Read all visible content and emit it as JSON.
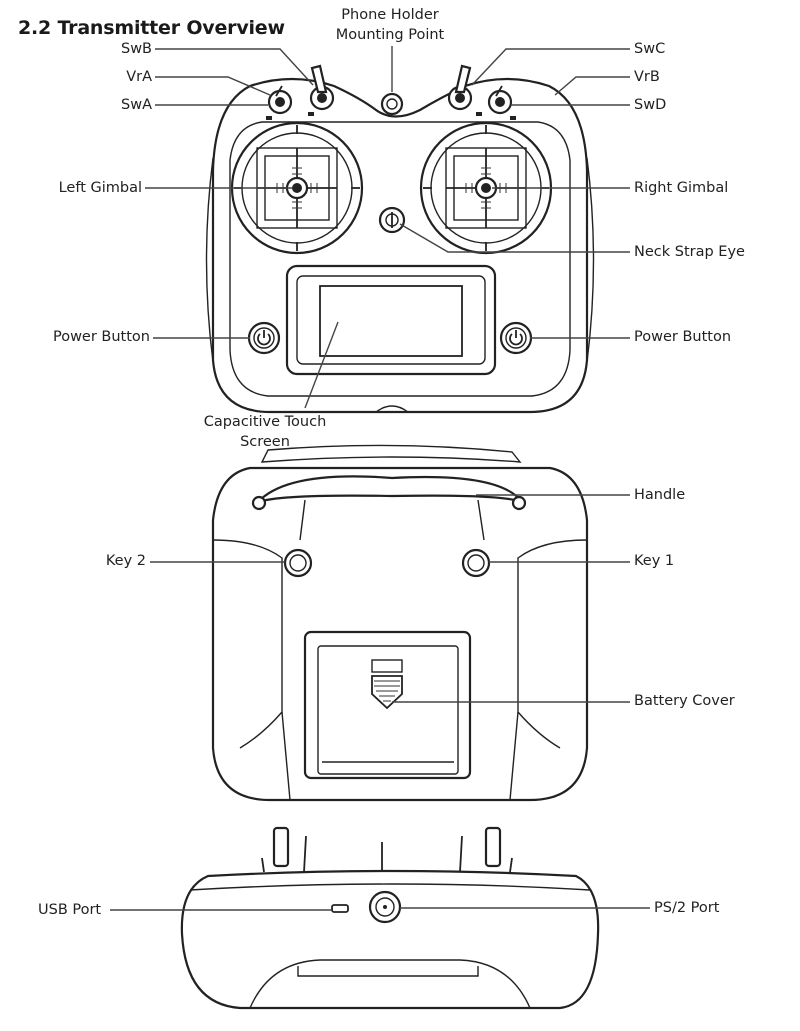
{
  "title": "2.2 Transmitter Overview",
  "labels": {
    "phone_holder": [
      "Phone Holder",
      "Mounting Point"
    ],
    "swb": "SwB",
    "vra": "VrA",
    "swa": "SwA",
    "swc": "SwC",
    "vrb": "VrB",
    "swd": "SwD",
    "left_gimbal": "Left Gimbal",
    "right_gimbal": "Right Gimbal",
    "neck_strap_eye": "Neck Strap Eye",
    "power_button_left": "Power Button",
    "power_button_right": "Power Button",
    "touch_screen": [
      "Capacitive Touch",
      "Screen"
    ],
    "handle": "Handle",
    "key2": "Key 2",
    "key1": "Key 1",
    "battery_cover": "Battery Cover",
    "usb_port": "USB Port",
    "ps2_port": "PS/2 Port"
  }
}
